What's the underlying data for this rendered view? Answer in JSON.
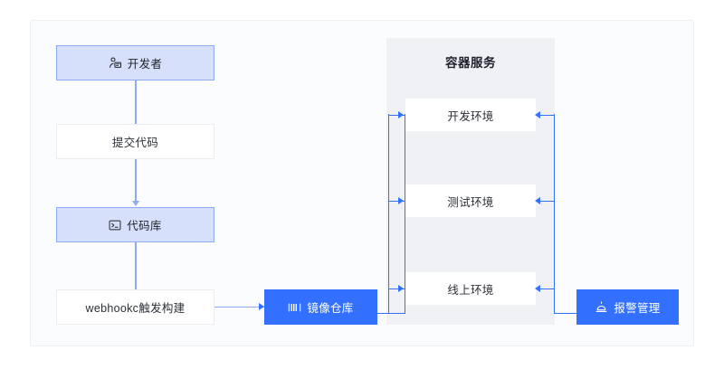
{
  "diagram": {
    "title_hidden": "",
    "colors": {
      "accent_blue": "#3370ff",
      "light_blue_fill": "#d6e0fb",
      "light_blue_border": "#8eaaf0",
      "panel_bg": "#eff1f5",
      "card_bg": "#fbfcfe",
      "box_border": "#ebedf0",
      "text_dark": "#1f2329"
    },
    "nodes": {
      "developer": {
        "label": "开发者",
        "icon": "developer-person-icon",
        "style": "light-blue"
      },
      "commit_code": {
        "label": "提交代码",
        "style": "plain"
      },
      "code_repo": {
        "label": "代码库",
        "icon": "terminal-console-icon",
        "style": "light-blue"
      },
      "webhook_build": {
        "label": "webhookc触发构建",
        "style": "plain"
      },
      "image_registry": {
        "label": "镜像仓库",
        "icon": "registry-bars-icon",
        "style": "solid-blue"
      },
      "alert_management": {
        "label": "报警管理",
        "icon": "alarm-siren-icon",
        "style": "solid-blue"
      }
    },
    "panel": {
      "title": "容器服务",
      "environments": [
        {
          "label": "开发环境"
        },
        {
          "label": "测试环境"
        },
        {
          "label": "线上环境"
        }
      ]
    },
    "connectors": [
      {
        "from": "developer",
        "to": "commit_code",
        "direction": "down"
      },
      {
        "from": "commit_code",
        "to": "code_repo",
        "direction": "down"
      },
      {
        "from": "code_repo",
        "to": "webhook_build",
        "direction": "down"
      },
      {
        "from": "webhook_build",
        "to": "image_registry",
        "direction": "right"
      },
      {
        "from": "image_registry",
        "to": "开发环境",
        "direction": "right"
      },
      {
        "from": "image_registry",
        "to": "测试环境",
        "direction": "right"
      },
      {
        "from": "image_registry",
        "to": "线上环境",
        "direction": "right"
      },
      {
        "from": "alert_management",
        "to": "开发环境",
        "direction": "left"
      },
      {
        "from": "alert_management",
        "to": "测试环境",
        "direction": "left"
      },
      {
        "from": "alert_management",
        "to": "线上环境",
        "direction": "left"
      }
    ]
  }
}
